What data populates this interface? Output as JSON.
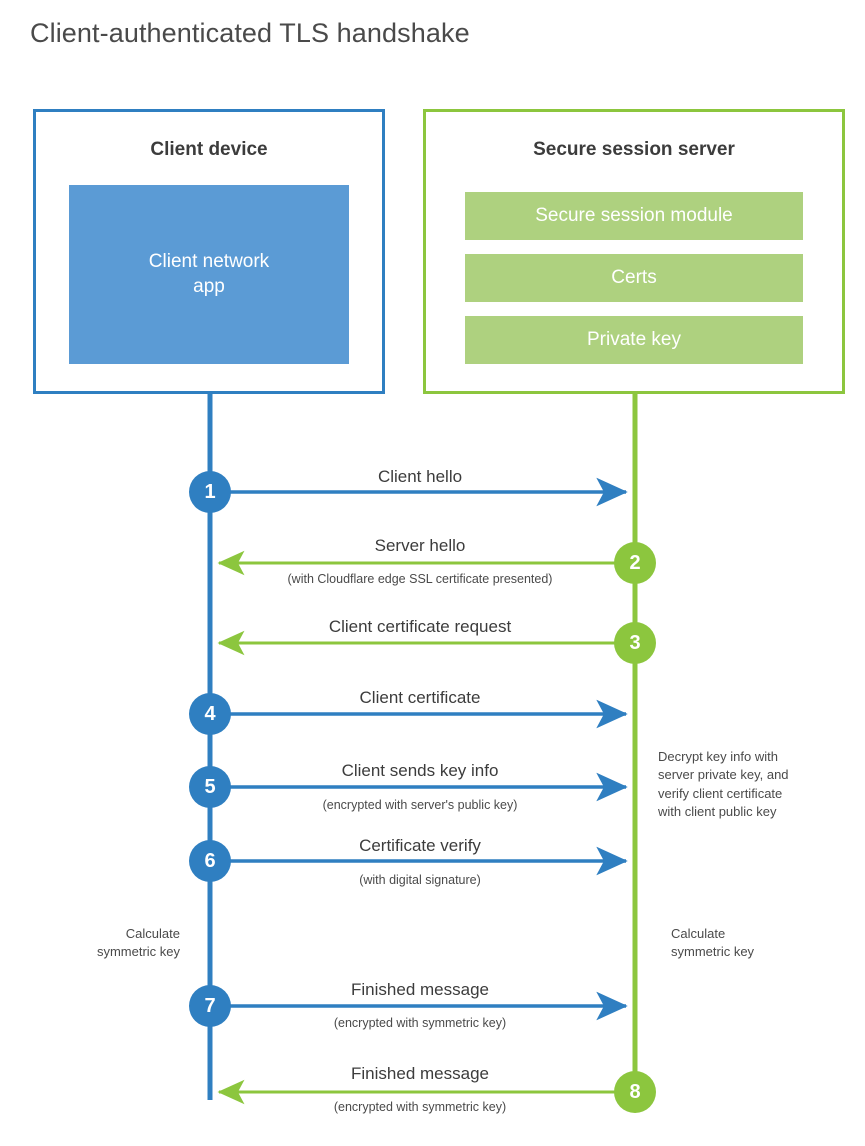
{
  "title": "Client-authenticated TLS handshake",
  "colors": {
    "client_blue": "#2f7fc1",
    "client_app_fill": "#5b9bd5",
    "server_green": "#8cc63e",
    "server_item_fill": "#aed17f",
    "text": "#3c3c3c",
    "background": "#ffffff"
  },
  "parties": {
    "client": {
      "title": "Client device",
      "app_label": "Client network\napp"
    },
    "server": {
      "title": "Secure session server",
      "items": [
        {
          "label": "Secure session module"
        },
        {
          "label": "Certs"
        },
        {
          "label": "Private key"
        }
      ]
    }
  },
  "steps": [
    {
      "number": "1",
      "title": "Client hello",
      "subtitle": "",
      "direction": "client-to-server",
      "color": "blue"
    },
    {
      "number": "2",
      "title": "Server hello",
      "subtitle": "(with Cloudflare edge SSL certificate presented)",
      "direction": "server-to-client",
      "color": "green"
    },
    {
      "number": "3",
      "title": "Client certificate request",
      "subtitle": "",
      "direction": "server-to-client",
      "color": "green"
    },
    {
      "number": "4",
      "title": "Client certificate",
      "subtitle": "",
      "direction": "client-to-server",
      "color": "blue"
    },
    {
      "number": "5",
      "title": "Client sends key info",
      "subtitle": "(encrypted with server's public key)",
      "direction": "client-to-server",
      "color": "blue"
    },
    {
      "number": "6",
      "title": "Certificate verify",
      "subtitle": "(with digital signature)",
      "direction": "client-to-server",
      "color": "blue"
    },
    {
      "number": "7",
      "title": "Finished message",
      "subtitle": "(encrypted with symmetric key)",
      "direction": "client-to-server",
      "color": "blue"
    },
    {
      "number": "8",
      "title": "Finished message",
      "subtitle": "(encrypted with symmetric key)",
      "direction": "server-to-client",
      "color": "green"
    }
  ],
  "annotations": {
    "server_decrypt": "Decrypt key info with\nserver private key, and\nverify client certificate\nwith client public key",
    "client_calc": "Calculate\nsymmetric key",
    "server_calc": "Calculate\nsymmetric key"
  }
}
